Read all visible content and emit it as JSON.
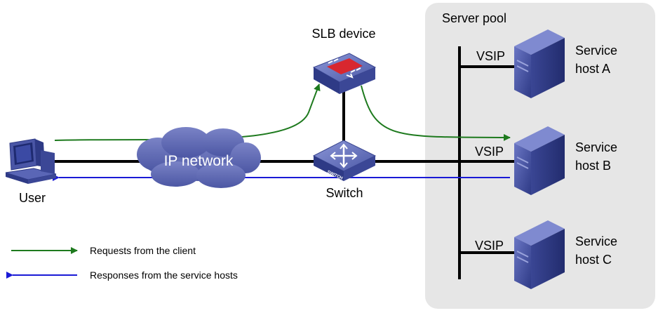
{
  "server_pool": {
    "label": "Server pool"
  },
  "slb_device": {
    "label": "SLB device"
  },
  "switch": {
    "label": "Switch",
    "badge": "SWITCH"
  },
  "cloud": {
    "label": "IP network"
  },
  "user": {
    "label": "User"
  },
  "hosts": [
    {
      "vsip": "VSIP",
      "line1": "Service",
      "line2": "host A"
    },
    {
      "vsip": "VSIP",
      "line1": "Service",
      "line2": "host B"
    },
    {
      "vsip": "VSIP",
      "line1": "Service",
      "line2": "host C"
    }
  ],
  "legend": {
    "requests": "Requests from the client",
    "responses": "Responses from the service hosts"
  },
  "colors": {
    "request_arrow": "#1e7a1e",
    "response_arrow": "#1a1ad6",
    "pool_background": "#e6e6e6",
    "device_blue": "#4a5aa8"
  }
}
